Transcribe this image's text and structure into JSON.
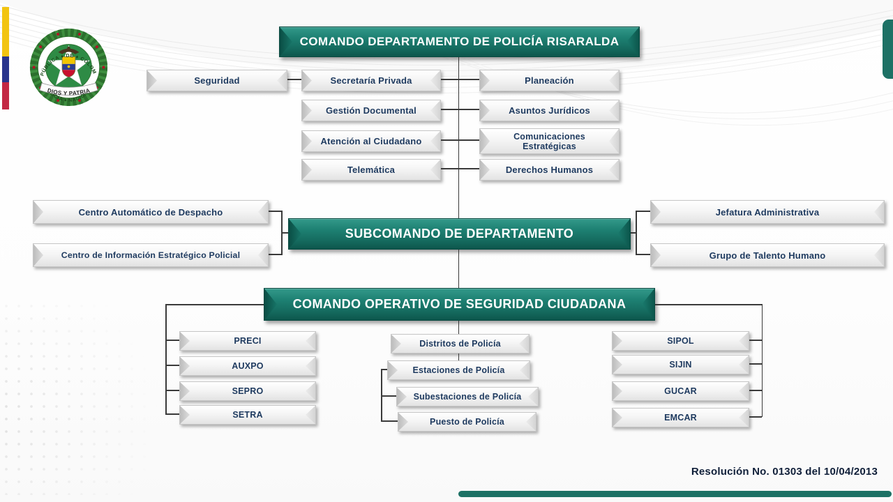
{
  "slide": {
    "resolution_note": "Resolución No. 01303 del 10/04/2013"
  },
  "logo": {
    "arc_top": "REPÚBLICA ♦ DE ♦ COLOMBIA",
    "arc_bottom": "POLICÍA ♦ NACIONAL",
    "banner": "DIOS Y PATRIA"
  },
  "org": {
    "command": "COMANDO DEPARTAMENTO DE POLICÍA RISARALDA",
    "staff": {
      "seguridad": "Seguridad",
      "col1": [
        "Secretaría Privada",
        "Gestión Documental",
        "Atención al Ciudadano",
        "Telemática"
      ],
      "col2": [
        "Planeación",
        "Asuntos Jurídicos",
        "Comunicaciones Estratégicas",
        "Derechos Humanos"
      ]
    },
    "subcommand": {
      "title": "SUBCOMANDO DE DEPARTAMENTO",
      "left": [
        "Centro Automático de Despacho",
        "Centro de Información Estratégico Policial"
      ],
      "right": [
        "Jefatura Administrativa",
        "Grupo de Talento Humano"
      ]
    },
    "operative": {
      "title": "COMANDO OPERATIVO DE SEGURIDAD CIUDADANA",
      "left": [
        "PRECI",
        "AUXPO",
        "SEPRO",
        "SETRA"
      ],
      "middle": [
        "Distritos de Policía",
        "Estaciones de Policía",
        "Subestaciones de Policía",
        "Puesto de Policía"
      ],
      "right": [
        "SIPOL",
        "SIJIN",
        "GUCAR",
        "EMCAR"
      ]
    }
  },
  "colors": {
    "teal": "#1d7165",
    "navy": "#1e3a5f",
    "flag_yellow": "#f2c411",
    "flag_blue": "#28348c",
    "flag_red": "#c32844"
  }
}
